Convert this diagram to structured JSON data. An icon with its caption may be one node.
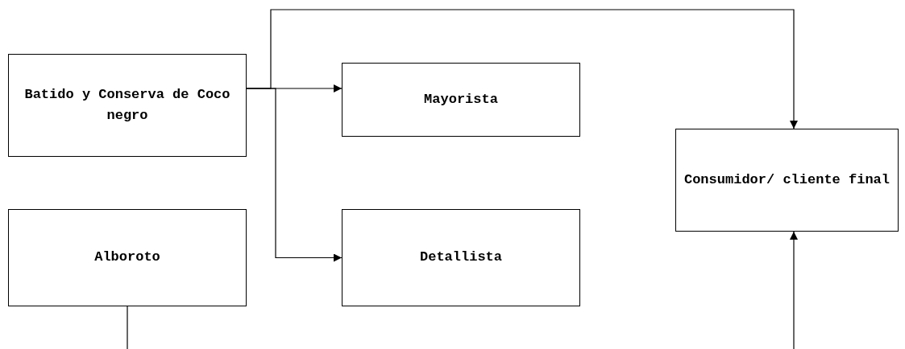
{
  "diagram": {
    "nodes": [
      {
        "text": [
          "Batido y Conserva de Coco negro"
        ]
      },
      {
        "text": [
          "Mayorista"
        ]
      },
      {
        "text": [
          "Consumidor/ cliente final"
        ]
      },
      {
        "text": [
          "Alboroto"
        ]
      },
      {
        "text": [
          "Detallista"
        ]
      }
    ],
    "edges": [
      {
        "from": 0,
        "to": 1,
        "arrow": "to"
      },
      {
        "from": 0,
        "to": 4,
        "arrow": "to"
      },
      {
        "from": 0,
        "to": 2,
        "arrow": "to"
      },
      {
        "from": 3,
        "to": null,
        "arrow": "none"
      },
      {
        "from": null,
        "to": 2,
        "arrow": "to"
      }
    ]
  }
}
